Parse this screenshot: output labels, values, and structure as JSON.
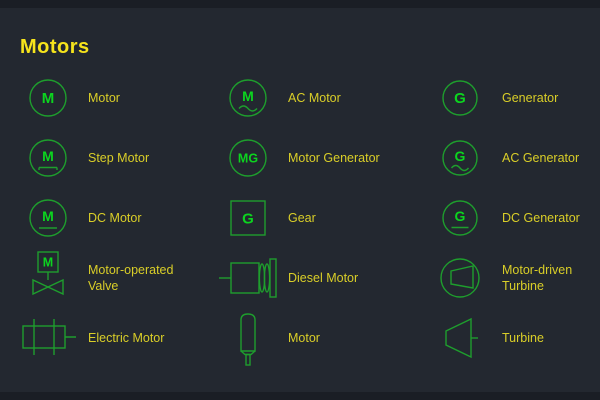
{
  "page": {
    "title": "Motors"
  },
  "colors": {
    "background": "#232830",
    "edge_band": "#1a1e25",
    "symbol_stroke": "#1e9e2d",
    "symbol_letter": "#0cd41f",
    "label_text": "#d9ce28",
    "title_text": "#f6e41c"
  },
  "items": [
    {
      "name": "motor",
      "label": "Motor",
      "letter": "M"
    },
    {
      "name": "ac-motor",
      "label": "AC Motor",
      "letter": "M"
    },
    {
      "name": "generator",
      "label": "Generator",
      "letter": "G"
    },
    {
      "name": "step-motor",
      "label": "Step Motor",
      "letter": "M"
    },
    {
      "name": "motor-generator",
      "label": "Motor Generator",
      "letter": "MG"
    },
    {
      "name": "ac-generator",
      "label": "AC Generator",
      "letter": "G"
    },
    {
      "name": "dc-motor",
      "label": "DC Motor",
      "letter": "M"
    },
    {
      "name": "gear",
      "label": "Gear",
      "letter": "G"
    },
    {
      "name": "dc-generator",
      "label": "DC Generator",
      "letter": "G"
    },
    {
      "name": "motor-operated-valve",
      "label": "Motor-operated Valve",
      "letter": "M"
    },
    {
      "name": "diesel-motor",
      "label": "Diesel Motor"
    },
    {
      "name": "motor-driven-turbine",
      "label": "Motor-driven Turbine"
    },
    {
      "name": "electric-motor",
      "label": "Electric Motor"
    },
    {
      "name": "motor-vertical",
      "label": "Motor"
    },
    {
      "name": "turbine",
      "label": "Turbine"
    }
  ]
}
